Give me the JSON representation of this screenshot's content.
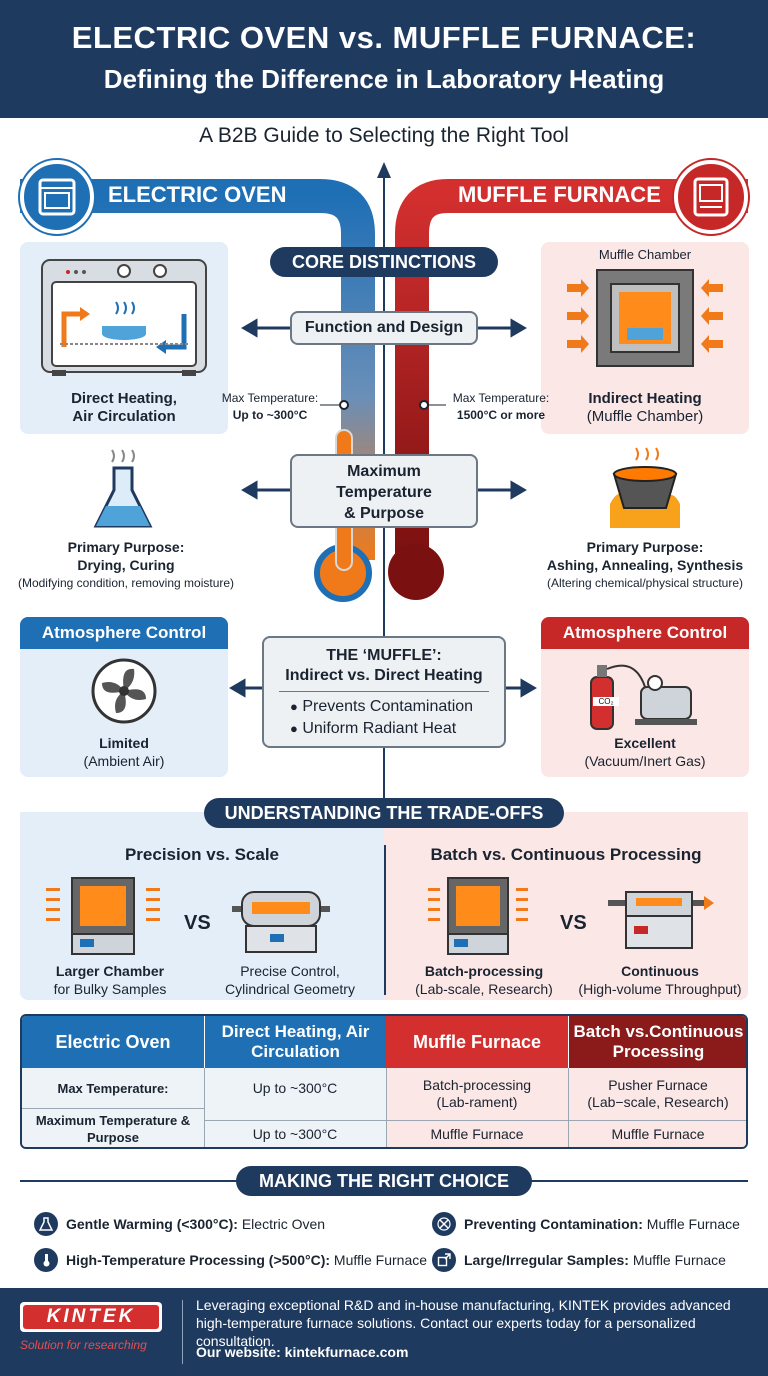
{
  "header": {
    "title_line1": "ELECTRIC OVEN vs. MUFFLE FURNACE:",
    "title_line2": "Defining the Difference in Laboratory Heating"
  },
  "subtitle": "A B2B Guide to Selecting the Right Tool",
  "left_title": "ELECTRIC OVEN",
  "right_title": "MUFFLE FURNACE",
  "core": {
    "title": "CORE DISTINCTIONS",
    "function_design": "Function and Design",
    "max_temp_purpose": [
      "Maximum",
      "Temperature",
      "& Purpose"
    ],
    "muffle_title_1": "THE ‘MUFFLE’:",
    "muffle_title_2": "Indirect vs. Direct Heating",
    "muffle_points": [
      "Prevents Contamination",
      "Uniform Radiant Heat"
    ]
  },
  "oven": {
    "heating_1": "Direct Heating,",
    "heating_2": "Air Circulation",
    "max_temp_label": "Max Temperature:",
    "max_temp_value": "Up to ~300°C",
    "purpose_label": "Primary Purpose:",
    "purpose_value": "Drying, Curing",
    "purpose_note": "(Modifying condition, removing moisture)",
    "atmosphere_title": "Atmosphere Control",
    "atmosphere_value": "Limited",
    "atmosphere_note": "(Ambient Air)"
  },
  "furnace": {
    "chamber_label": "Muffle Chamber",
    "heating_1": "Indirect Heating",
    "heating_2": "(Muffle Chamber)",
    "max_temp_label": "Max Temperature:",
    "max_temp_value": "1500°C or more",
    "purpose_label": "Primary Purpose:",
    "purpose_value": "Ashing, Annealing, Synthesis",
    "purpose_note": "(Altering chemical/physical structure)",
    "atmosphere_title": "Atmosphere Control",
    "atmosphere_value": "Excellent",
    "atmosphere_note": "(Vacuum/Inert Gas)",
    "co2_label": "CO₂"
  },
  "tradeoffs": {
    "title": "UNDERSTANDING THE TRADE-OFFS",
    "left_title": "Precision vs. Scale",
    "right_title": "Batch vs. Continuous Processing",
    "vs": "VS",
    "l1_bold": "Larger Chamber",
    "l1_note": "for Bulky Samples",
    "l2_line1": "Precise Control,",
    "l2_line2": "Cylindrical Geometry",
    "r1_bold": "Batch-processing",
    "r1_note": "(Lab-scale, Research)",
    "r2_bold": "Continuous",
    "r2_note": "(High-volume Throughput)"
  },
  "table": {
    "headers": [
      "Electric Oven",
      "Direct Heating, Air Circulation",
      "Muffle Furnace",
      "Batch vs.Continuous Processing"
    ],
    "row1": [
      "Max Temperature:",
      "Up to ~300°C",
      "Batch-processing (Lab-rament)",
      "Pusher Furnace (Lab−scale, Research)"
    ],
    "row2": [
      "Maximum Temperature & Purpose",
      "Up to ~300°C",
      "Muffle Furnace",
      "Muffle Furnace"
    ]
  },
  "choice": {
    "title": "MAKING THE RIGHT CHOICE",
    "items": [
      {
        "bold": "Gentle Warming (<300°C):",
        "text": " Electric Oven"
      },
      {
        "bold": "Preventing Contamination:",
        "text": " Muffle Furnace"
      },
      {
        "bold": "High-Temperature Processing (>500°C):",
        "text": " Muffle Furnace"
      },
      {
        "bold": "Large/Irregular Samples:",
        "text": " Muffle Furnace"
      }
    ]
  },
  "footer": {
    "logo": "KINTEK",
    "tagline": "Solution for researching",
    "text": "Leveraging exceptional R&D and in-house manufacturing, KINTEK provides advanced high-temperature furnace solutions. Contact our experts today for a personalized consultation.",
    "website": "Our website: kintekfurnace.com"
  },
  "colors": {
    "navy": "#1f3a5f",
    "blue": "#1f6fb5",
    "red": "#c62828",
    "orange": "#f07a1a"
  }
}
